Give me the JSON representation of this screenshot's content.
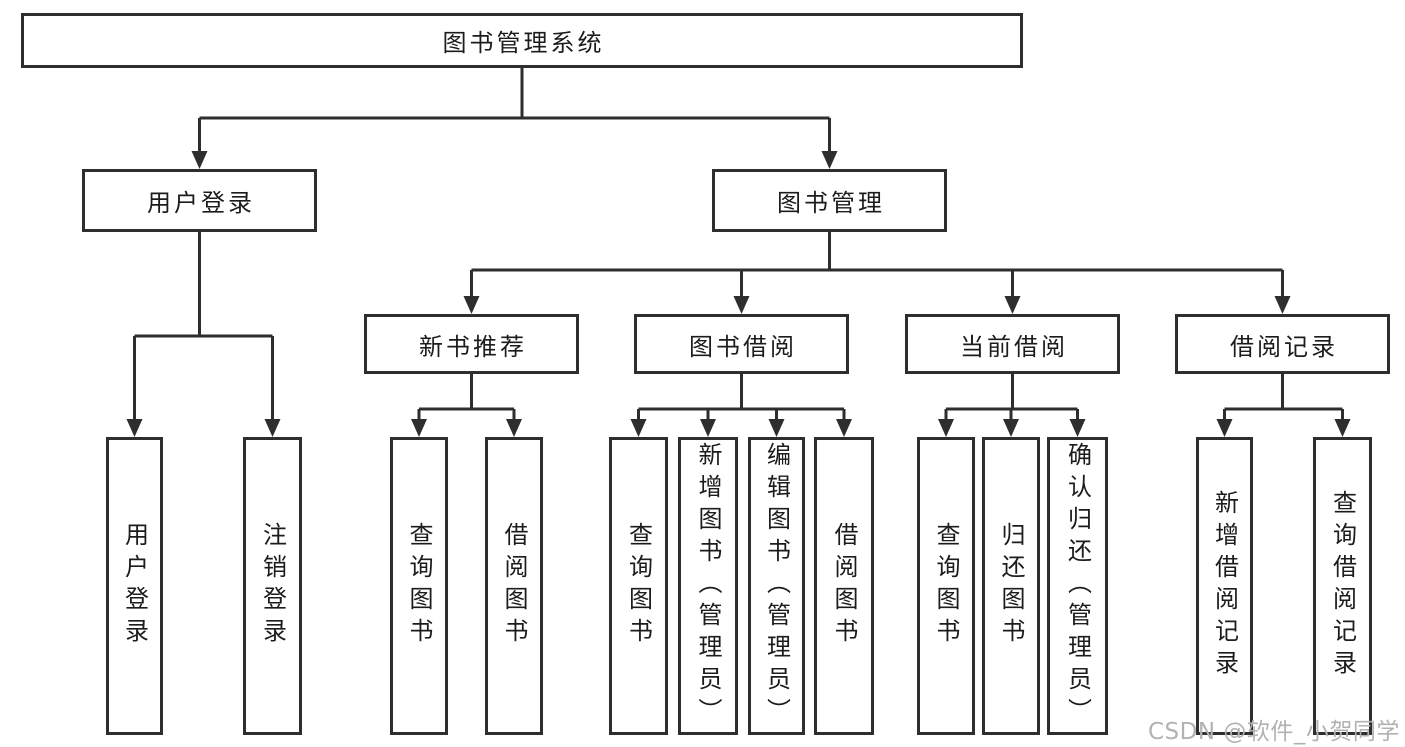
{
  "diagram": {
    "type": "hierarchy",
    "tree": {
      "label": "图书管理系统",
      "children": [
        {
          "label": "用户登录",
          "children": [
            {
              "label": "用户登录"
            },
            {
              "label": "注销登录"
            }
          ]
        },
        {
          "label": "图书管理",
          "children": [
            {
              "label": "新书推荐",
              "children": [
                {
                  "label": "查询图书"
                },
                {
                  "label": "借阅图书"
                }
              ]
            },
            {
              "label": "图书借阅",
              "children": [
                {
                  "label": "查询图书"
                },
                {
                  "label": "新增图书（管理员）"
                },
                {
                  "label": "编辑图书（管理员）"
                },
                {
                  "label": "借阅图书"
                }
              ]
            },
            {
              "label": "当前借阅",
              "children": [
                {
                  "label": "查询图书"
                },
                {
                  "label": "归还图书"
                },
                {
                  "label": "确认归还（管理员）"
                }
              ]
            },
            {
              "label": "借阅记录",
              "children": [
                {
                  "label": "新增借阅记录"
                },
                {
                  "label": "查询借阅记录"
                }
              ]
            }
          ]
        }
      ]
    },
    "colors": {
      "line": "#2e2e2e",
      "box_border": "#2e2e2e",
      "box_fill": "#ffffff",
      "text": "#1c1c1c",
      "background": "#ffffff",
      "watermark": "#b2b2b2"
    }
  },
  "watermark": {
    "text": "CSDN @软件_小贺同学"
  }
}
